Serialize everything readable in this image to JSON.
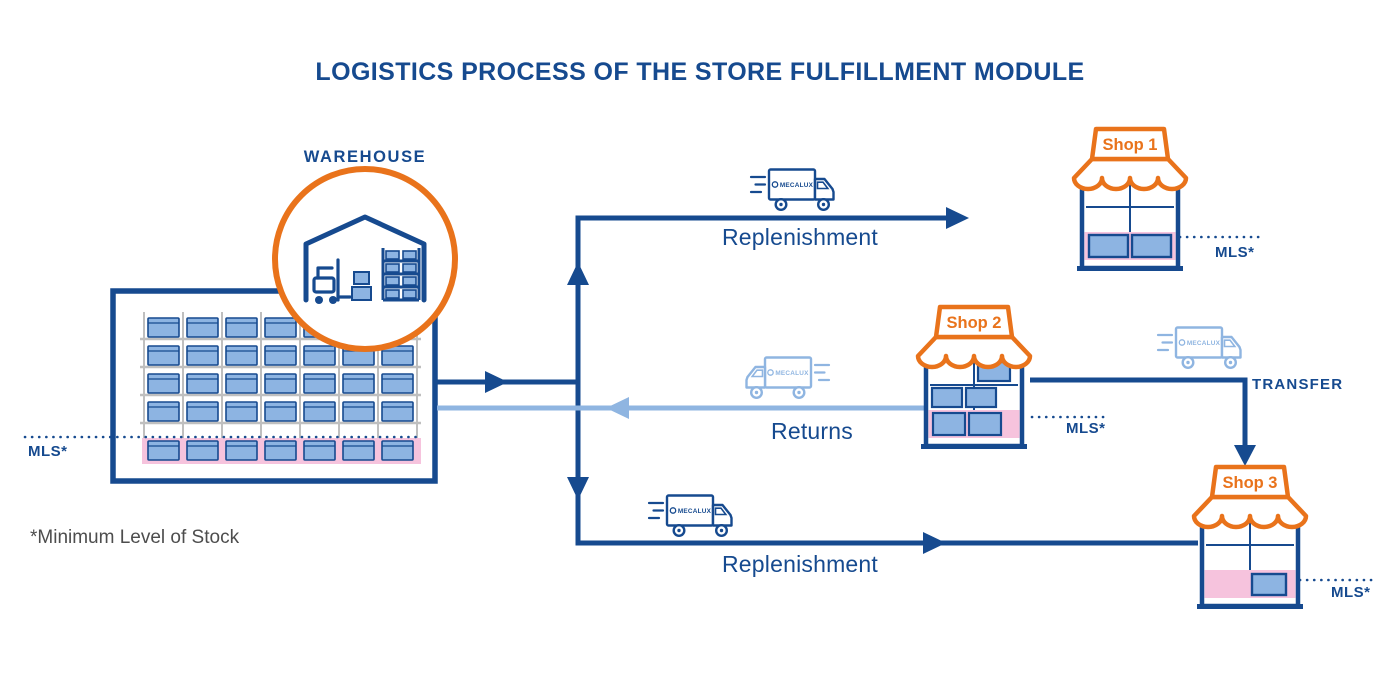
{
  "title": "LOGISTICS PROCESS OF THE STORE FULFILLMENT MODULE",
  "footnote": "*Minimum Level of Stock",
  "warehouse": {
    "label": "WAREHOUSE",
    "mls": "MLS*"
  },
  "flows": {
    "replenishment_top": "Replenishment",
    "returns": "Returns",
    "replenishment_bottom": "Replenishment",
    "transfer": "TRANSFER"
  },
  "shops": [
    {
      "name": "Shop 1",
      "mls": "MLS*"
    },
    {
      "name": "Shop 2",
      "mls": "MLS*"
    },
    {
      "name": "Shop 3",
      "mls": "MLS*"
    }
  ],
  "trucks": {
    "brand": "MECALUX"
  },
  "colors": {
    "dark_blue": "#164A8F",
    "light_blue": "#8FB5E1",
    "orange": "#E9731B",
    "pink": "#F6C3DD",
    "box_blue": "#8DB4E2",
    "footnote_gray": "#4D4D4D"
  }
}
